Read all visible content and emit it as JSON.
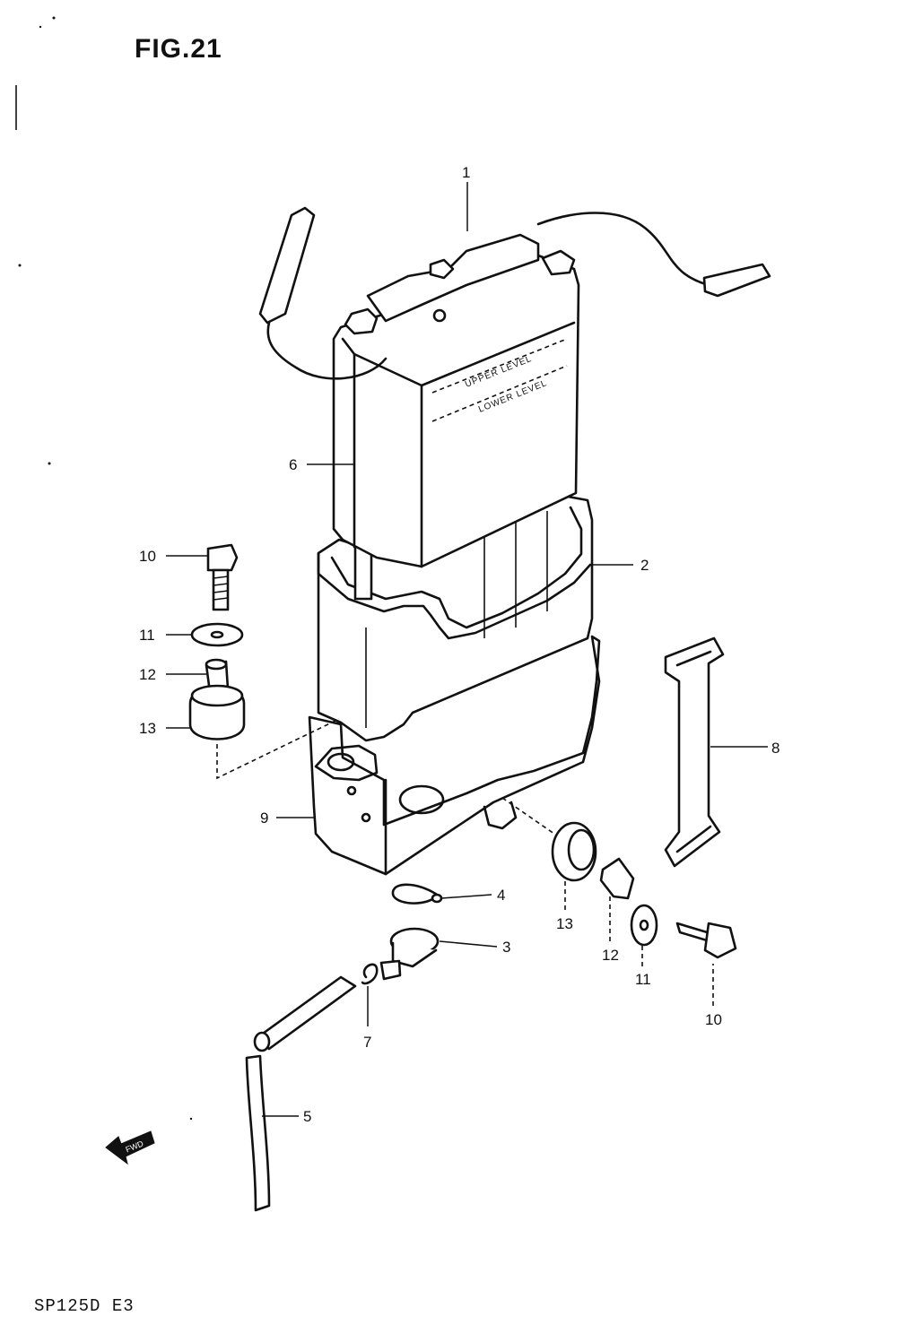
{
  "figure": {
    "title": "FIG.21",
    "model": "SP125D E3"
  },
  "battery_labels": {
    "upper": "UPPER LEVEL",
    "lower": "LOWER LEVEL"
  },
  "fwd_arrow_label": "FWD",
  "callouts": [
    "1",
    "2",
    "3",
    "4",
    "5",
    "6",
    "7",
    "8",
    "9",
    "10",
    "11",
    "12",
    "13",
    "10",
    "11",
    "12",
    "13"
  ]
}
